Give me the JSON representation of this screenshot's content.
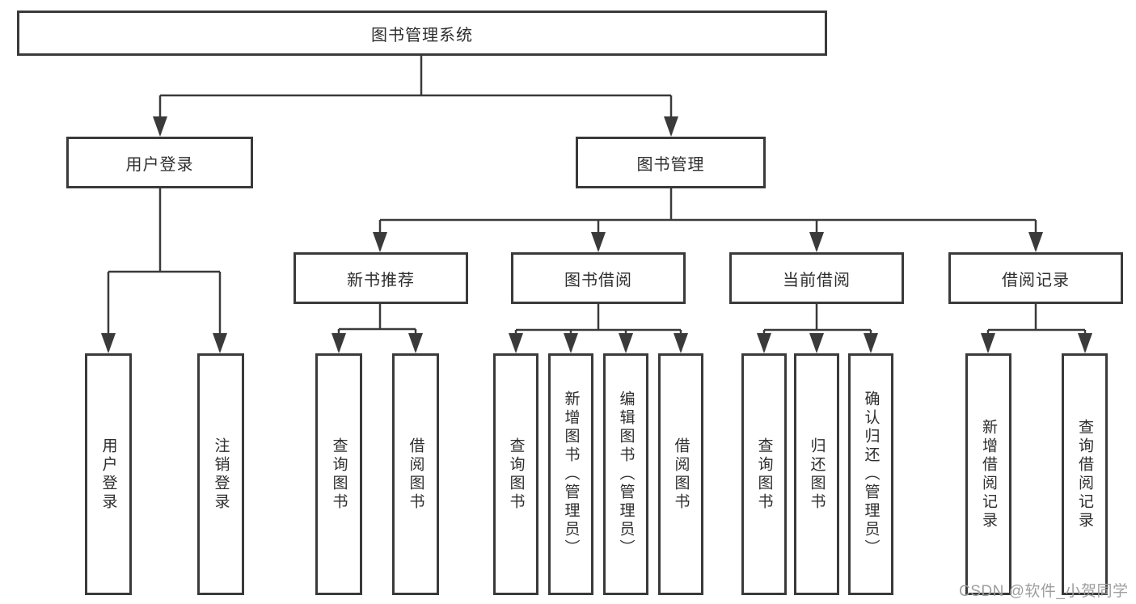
{
  "title": "图书管理系统",
  "branches": {
    "login": {
      "label": "用户登录",
      "children": [
        "用户登录",
        "注销登录"
      ]
    },
    "management": {
      "label": "图书管理"
    }
  },
  "groups": {
    "newbook": {
      "label": "新书推荐",
      "children": [
        "查询图书",
        "借阅图书"
      ]
    },
    "borrow": {
      "label": "图书借阅",
      "children": [
        "查询图书",
        "新增图书（管理员）",
        "编辑图书（管理员）",
        "借阅图书"
      ]
    },
    "current": {
      "label": "当前借阅",
      "children": [
        "查询图书",
        "归还图书",
        "确认归还（管理员）"
      ]
    },
    "records": {
      "label": "借阅记录",
      "children": [
        "新增借阅记录",
        "查询借阅记录"
      ]
    }
  },
  "watermark": "CSDN @软件_小贺同学",
  "colors": {
    "line": "#3a3a3a",
    "text": "#2e2e2e",
    "box_fill": "#ffffff",
    "watermark": "#9e9e9e",
    "background": "#ffffff"
  }
}
